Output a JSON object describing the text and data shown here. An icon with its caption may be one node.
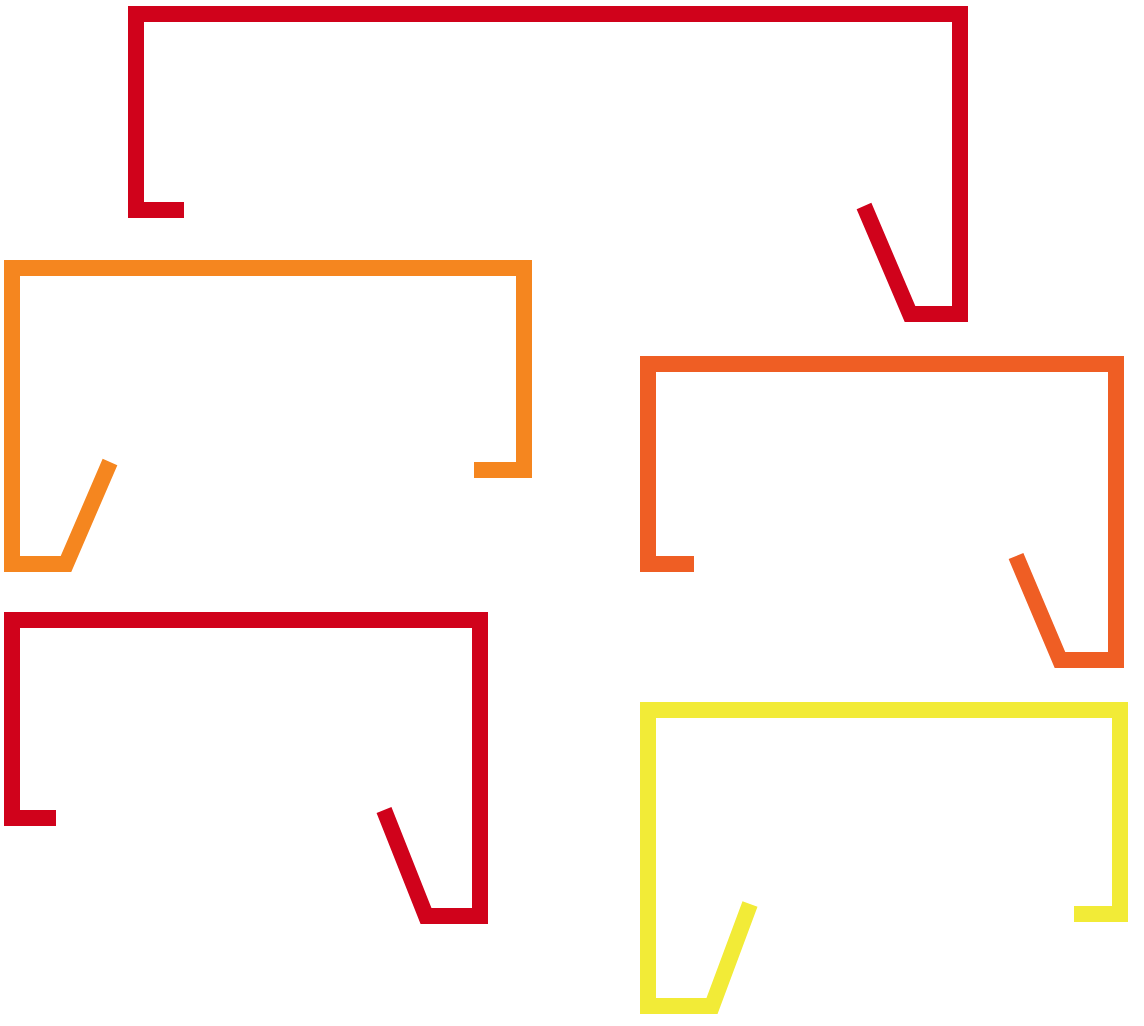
{
  "diagram": {
    "nodes": [
      {
        "text": [],
        "shape": "speech-bubble"
      },
      {
        "text": [],
        "shape": "speech-bubble"
      },
      {
        "text": [],
        "shape": "speech-bubble"
      },
      {
        "text": [],
        "shape": "speech-bubble"
      },
      {
        "text": [],
        "shape": "speech-bubble"
      }
    ]
  }
}
